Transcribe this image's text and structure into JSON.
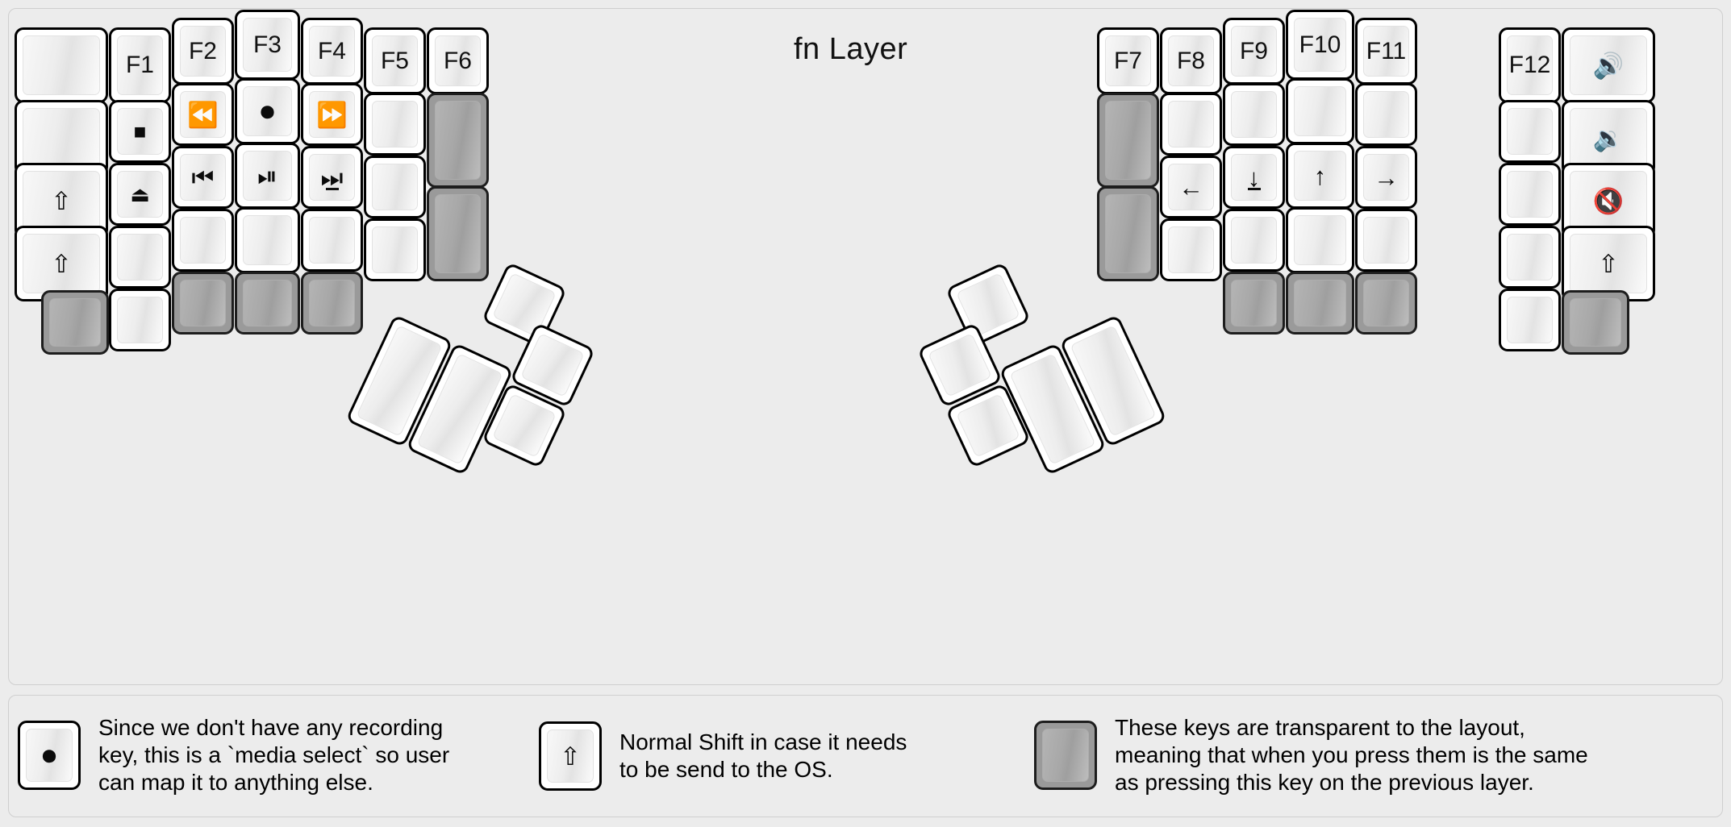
{
  "title": "fn Layer",
  "colors": {
    "background": "#ececec",
    "key_face": "#ffffff",
    "key_border": "#000000",
    "transparent_key": "#9a9a9a",
    "label": "#111111"
  },
  "keyboard": {
    "left_half": {
      "columns": [
        {
          "name": "col-outer-left",
          "width_u": 1.5,
          "keys": [
            {
              "label": "",
              "type": "blank"
            },
            {
              "label": "",
              "type": "blank"
            },
            {
              "label": "⇧",
              "icon": "caps-lock-icon",
              "type": "glyph"
            },
            {
              "label": "⇧",
              "icon": "shift-icon",
              "type": "glyph"
            },
            {
              "label": "",
              "type": "transparent"
            }
          ]
        },
        {
          "name": "col-f1",
          "width_u": 1,
          "keys": [
            {
              "label": "F1",
              "type": "text"
            },
            {
              "label": "■",
              "icon": "media-stop-icon",
              "type": "glyph"
            },
            {
              "label": "⏏",
              "icon": "eject-icon",
              "type": "glyph"
            },
            {
              "label": "",
              "type": "blank"
            },
            {
              "label": "",
              "type": "blank"
            }
          ]
        },
        {
          "name": "col-f2",
          "width_u": 1,
          "keys": [
            {
              "label": "F2",
              "type": "text"
            },
            {
              "label": "⏪",
              "icon": "rewind-icon",
              "type": "glyph"
            },
            {
              "label": "⏮",
              "icon": "previous-track-icon",
              "type": "glyph"
            },
            {
              "label": "",
              "type": "blank"
            },
            {
              "label": "",
              "type": "transparent"
            }
          ]
        },
        {
          "name": "col-f3",
          "width_u": 1,
          "keys": [
            {
              "label": "F3",
              "type": "text"
            },
            {
              "label": "⏺",
              "icon": "media-select-record-icon",
              "type": "glyph"
            },
            {
              "label": "⏯",
              "icon": "play-pause-icon",
              "type": "glyph"
            },
            {
              "label": "",
              "type": "blank"
            },
            {
              "label": "",
              "type": "transparent"
            }
          ]
        },
        {
          "name": "col-f4",
          "width_u": 1,
          "keys": [
            {
              "label": "F4",
              "type": "text"
            },
            {
              "label": "⏩",
              "icon": "fast-forward-icon",
              "type": "glyph"
            },
            {
              "label": "⏭",
              "icon": "next-track-icon",
              "type": "glyph",
              "underbar": true
            },
            {
              "label": "",
              "type": "blank"
            },
            {
              "label": "",
              "type": "transparent"
            }
          ]
        },
        {
          "name": "col-f5",
          "width_u": 1,
          "keys": [
            {
              "label": "F5",
              "type": "text"
            },
            {
              "label": "",
              "type": "blank"
            },
            {
              "label": "",
              "type": "blank"
            },
            {
              "label": "",
              "type": "blank"
            }
          ]
        },
        {
          "name": "col-f6",
          "width_u": 1,
          "keys": [
            {
              "label": "F6",
              "type": "text"
            },
            {
              "label": "",
              "type": "transparent",
              "height_u": 2
            },
            {
              "label": "",
              "type": "transparent",
              "height_u": 2
            }
          ]
        }
      ],
      "thumb_cluster": {
        "name": "left-thumb-cluster",
        "keys": [
          {
            "label": "",
            "type": "blank",
            "size": "2u-tall"
          },
          {
            "label": "",
            "type": "blank",
            "size": "2u-tall"
          },
          {
            "label": "",
            "type": "blank",
            "size": "1u"
          },
          {
            "label": "",
            "type": "blank",
            "size": "1u"
          },
          {
            "label": "",
            "type": "blank",
            "size": "1u"
          }
        ]
      }
    },
    "right_half": {
      "columns": [
        {
          "name": "col-f7",
          "width_u": 1,
          "keys": [
            {
              "label": "F7",
              "type": "text"
            },
            {
              "label": "",
              "type": "transparent",
              "height_u": 2
            },
            {
              "label": "",
              "type": "transparent",
              "height_u": 2
            }
          ]
        },
        {
          "name": "col-f8",
          "width_u": 1,
          "keys": [
            {
              "label": "F8",
              "type": "text"
            },
            {
              "label": "",
              "type": "blank"
            },
            {
              "label": "←",
              "icon": "arrow-left-icon",
              "type": "glyph"
            },
            {
              "label": "",
              "type": "blank"
            }
          ]
        },
        {
          "name": "col-f9",
          "width_u": 1,
          "keys": [
            {
              "label": "F9",
              "type": "text"
            },
            {
              "label": "",
              "type": "blank"
            },
            {
              "label": "↓",
              "icon": "arrow-down-icon",
              "type": "glyph",
              "underbar": true
            },
            {
              "label": "",
              "type": "blank"
            },
            {
              "label": "",
              "type": "transparent"
            }
          ]
        },
        {
          "name": "col-f10",
          "width_u": 1,
          "keys": [
            {
              "label": "F10",
              "type": "text"
            },
            {
              "label": "",
              "type": "blank"
            },
            {
              "label": "↑",
              "icon": "arrow-up-icon",
              "type": "glyph"
            },
            {
              "label": "",
              "type": "blank"
            },
            {
              "label": "",
              "type": "transparent"
            }
          ]
        },
        {
          "name": "col-f11",
          "width_u": 1,
          "keys": [
            {
              "label": "F11",
              "type": "text"
            },
            {
              "label": "",
              "type": "blank"
            },
            {
              "label": "→",
              "icon": "arrow-right-icon",
              "type": "glyph"
            },
            {
              "label": "",
              "type": "blank"
            },
            {
              "label": "",
              "type": "transparent"
            }
          ]
        },
        {
          "name": "col-f12",
          "width_u": 1,
          "keys": [
            {
              "label": "F12",
              "type": "text"
            },
            {
              "label": "",
              "type": "blank"
            },
            {
              "label": "",
              "type": "blank"
            },
            {
              "label": "",
              "type": "blank"
            },
            {
              "label": "",
              "type": "blank"
            }
          ]
        },
        {
          "name": "col-outer-right",
          "width_u": 1.5,
          "keys": [
            {
              "label": "🔊",
              "icon": "volume-up-icon",
              "type": "glyph"
            },
            {
              "label": "🔉",
              "icon": "volume-down-icon",
              "type": "glyph"
            },
            {
              "label": "🔇",
              "icon": "volume-mute-icon",
              "type": "glyph"
            },
            {
              "label": "⇧",
              "icon": "shift-icon",
              "type": "glyph"
            },
            {
              "label": "",
              "type": "transparent"
            }
          ]
        }
      ],
      "thumb_cluster": {
        "name": "right-thumb-cluster",
        "keys": [
          {
            "label": "",
            "type": "blank",
            "size": "1u"
          },
          {
            "label": "",
            "type": "blank",
            "size": "1u"
          },
          {
            "label": "",
            "type": "blank",
            "size": "1u"
          },
          {
            "label": "",
            "type": "blank",
            "size": "2u-tall"
          },
          {
            "label": "",
            "type": "blank",
            "size": "2u-tall"
          }
        ]
      }
    }
  },
  "legend": [
    {
      "key_glyph": "⏺",
      "key_icon": "media-select-record-icon",
      "key_type": "normal",
      "text": "Since we don't have any recording\nkey, this is a `media select` so user\ncan map it to anything else."
    },
    {
      "key_glyph": "⇧",
      "key_icon": "shift-icon",
      "key_type": "normal",
      "text": "Normal Shift in case it needs\nto be send to the OS."
    },
    {
      "key_glyph": "",
      "key_icon": "transparent-key-icon",
      "key_type": "transparent",
      "text": "These keys are transparent to the layout,\nmeaning that when you press them is the same\nas pressing this key on the previous layer."
    }
  ]
}
